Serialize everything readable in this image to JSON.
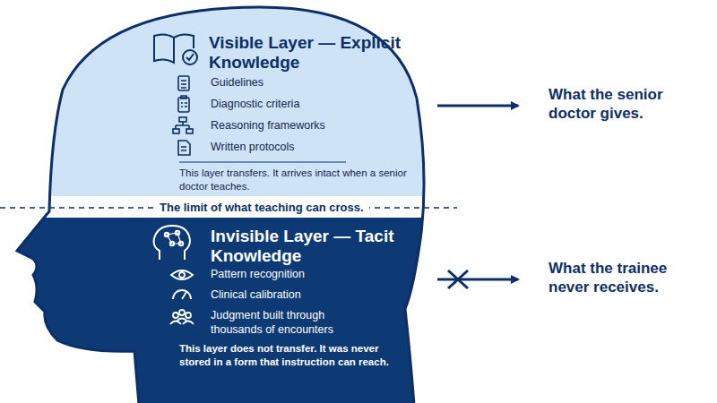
{
  "diagram": {
    "nodes": [
      {
        "text": [
          "Visible Layer — Explicit Knowledge",
          "Guidelines",
          "Diagnostic criteria",
          "Reasoning frameworks",
          "Written protocols",
          "This layer transfers. It arrives intact when a senior doctor teaches."
        ]
      },
      {
        "text": [
          "Invisible Layer — Tacit Knowledge",
          "Pattern recognition",
          "Clinical calibration",
          "Judgment built through thousands of encounters",
          "This layer does not transfer. It was never stored in a form that instruction can reach."
        ]
      }
    ],
    "labels": [
      "The limit of what teaching can cross.",
      "What the senior doctor gives.",
      "What the trainee never receives."
    ]
  }
}
